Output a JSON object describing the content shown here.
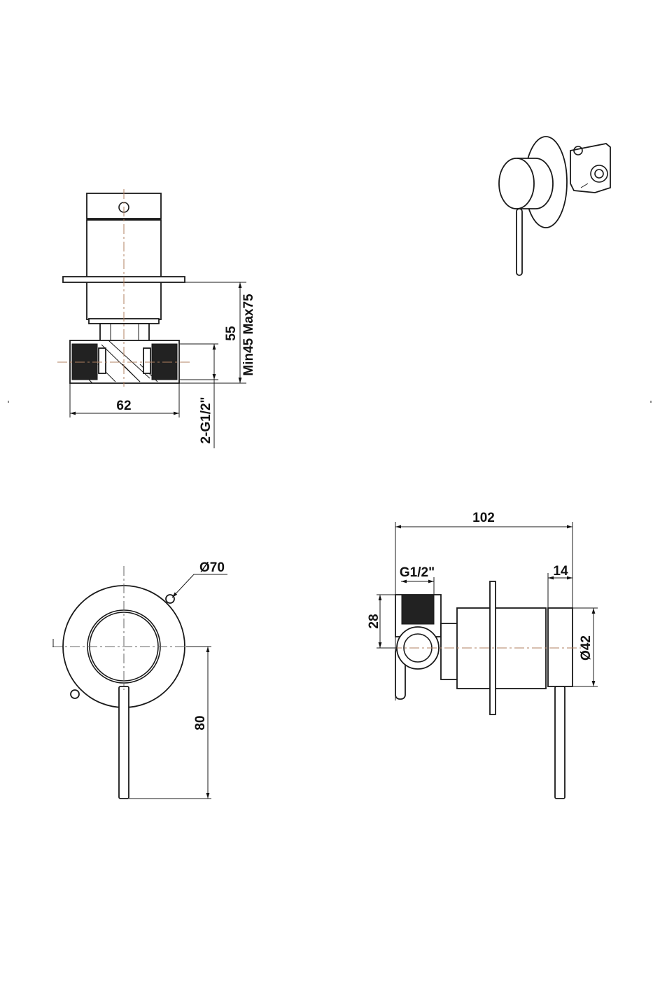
{
  "title": "Concealed shower mixer dimension drawing",
  "colors": {
    "line": "#1a1a1a",
    "centerline": "#b08060",
    "background": "#ffffff"
  },
  "side_section_view": {
    "width_label": "62",
    "depth_label": "55",
    "depth_range_label": "Min45 Max75",
    "thread_label": "2-G1/2\""
  },
  "front_view": {
    "rosette_diameter_label": "Ø70",
    "lever_height_label": "80"
  },
  "side_view": {
    "overall_length_label": "102",
    "inlet_thread_label": "G1/2\"",
    "cap_length_label": "14",
    "inlet_offset_label": "28",
    "body_diameter_label": "Ø42"
  }
}
